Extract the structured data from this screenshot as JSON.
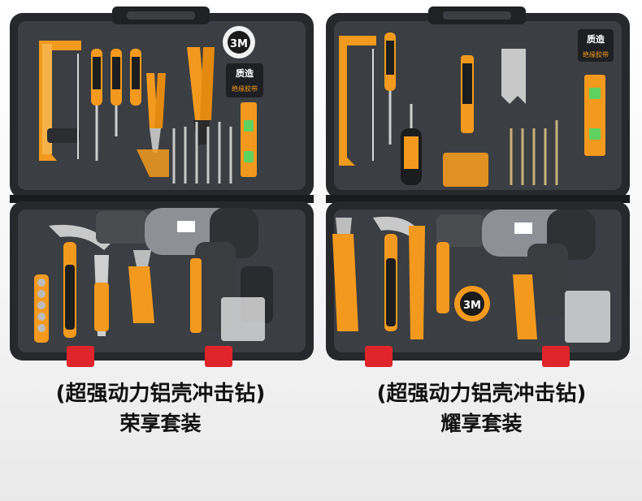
{
  "kits": [
    {
      "title": "(超强动力铝壳冲击钻)",
      "subtitle": "荣享套装",
      "tape_brand": "3M",
      "tape_logo": "质造",
      "tape_label": "绝缘胶带"
    },
    {
      "title": "(超强动力铝壳冲击钻)",
      "subtitle": "耀享套装",
      "tape_brand": "3M",
      "tape_logo": "质造",
      "tape_label": "绝缘胶带"
    }
  ],
  "colors": {
    "case_shell": "#2b2d30",
    "case_insert": "#3c3f43",
    "accent_orange": "#f39a1e",
    "latch_red": "#e0242b",
    "drill_body": "#3a3c40"
  }
}
